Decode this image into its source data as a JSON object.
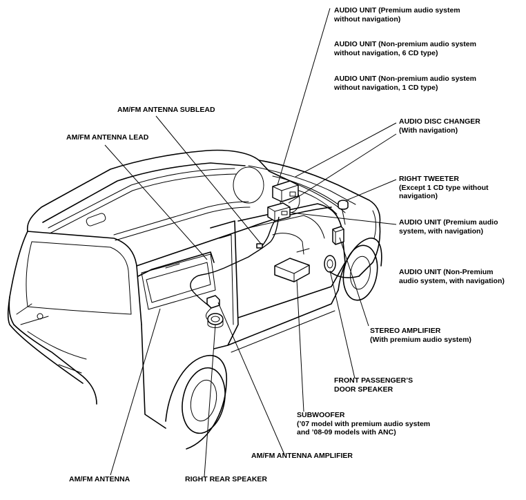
{
  "labels": {
    "audio_premium_no_nav": [
      "AUDIO UNIT (Premium audio system",
      "without navigation)"
    ],
    "audio_nonpremium_6cd": [
      "AUDIO UNIT (Non-premium audio system",
      "without navigation, 6 CD type)"
    ],
    "audio_nonpremium_1cd": [
      "AUDIO UNIT (Non-premium audio system",
      "without navigation, 1 CD type)"
    ],
    "am_fm_sublead": [
      "AM/FM ANTENNA SUBLEAD"
    ],
    "audio_disc_changer": [
      "AUDIO DISC CHANGER",
      "(With navigation)"
    ],
    "am_fm_lead": [
      "AM/FM ANTENNA LEAD"
    ],
    "right_tweeter": [
      "RIGHT TWEETER",
      "(Except 1 CD type without",
      "navigation)"
    ],
    "audio_premium_nav": [
      "AUDIO UNIT (Premium audio",
      "system, with navigation)"
    ],
    "audio_nonpremium_nav": [
      "AUDIO UNIT (Non-Premium",
      "audio system, with navigation)"
    ],
    "stereo_amplifier": [
      "STEREO AMPLIFIER",
      "(With premium audio system)"
    ],
    "front_passenger_speaker": [
      "FRONT PASSENGER’S",
      "DOOR SPEAKER"
    ],
    "subwoofer": [
      "SUBWOOFER",
      "(’07 model with premium audio system",
      "and ’08-09 models with ANC)"
    ],
    "am_fm_amplifier": [
      "AM/FM ANTENNA AMPLIFIER"
    ],
    "am_fm_antenna": [
      "AM/FM ANTENNA"
    ],
    "right_rear_speaker": [
      "RIGHT REAR SPEAKER"
    ]
  }
}
